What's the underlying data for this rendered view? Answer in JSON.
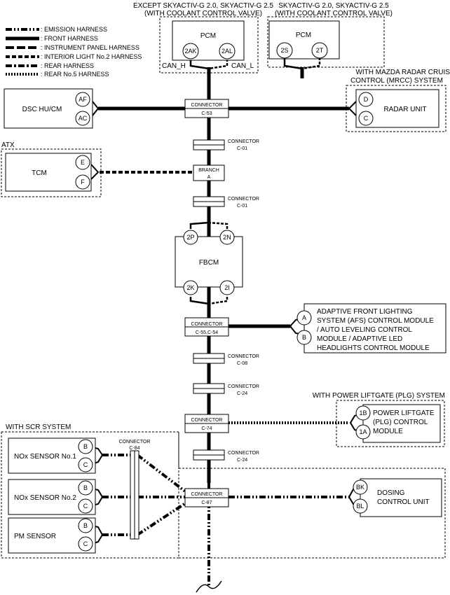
{
  "legend": [
    {
      "label": ": EMISSION HARNESS",
      "style": "w-emis"
    },
    {
      "label": ": FRONT HARNESS",
      "style": "w-front"
    },
    {
      "label": ": INSTRUMENT PANEL HARNESS",
      "style": "w-ip"
    },
    {
      "label": ": INTERIOR LIGHT No.2 HARNESS",
      "style": "w-int"
    },
    {
      "label": ": REAR HARNESS",
      "style": "w-rear"
    },
    {
      "label": ": REAR No.5 HARNESS",
      "style": "w-rear5"
    }
  ],
  "groups": {
    "pcm1_title": [
      "EXCEPT SKYACTIV-G 2.0, SKYACTIV-G 2.5",
      "(WITH COOLANT CONTROL VALVE)"
    ],
    "pcm2_title": [
      "SKYACTIV-G 2.0, SKYACTIV-G 2.5",
      "(WITH COOLANT CONTROL VALVE)"
    ],
    "mrcc_title": [
      "WITH MAZDA RADAR CRUISE",
      "CONTROL (MRCC) SYSTEM"
    ],
    "atx_title": "ATX",
    "plg_title": "WITH POWER LIFTGATE (PLG) SYSTEM",
    "scr_title": "WITH SCR SYSTEM"
  },
  "modules": {
    "pcm1": {
      "label": "PCM",
      "pins": [
        "2AK",
        "2AL"
      ],
      "can_h": "CAN_H",
      "can_l": "CAN_L"
    },
    "pcm2": {
      "label": "PCM",
      "pins": [
        "2S",
        "2T"
      ]
    },
    "dsc": {
      "label": "DSC HU/CM",
      "pins": [
        "AF",
        "AC"
      ]
    },
    "radar": {
      "label": "RADAR UNIT",
      "pins": [
        "D",
        "C"
      ]
    },
    "tcm": {
      "label": "TCM",
      "pins": [
        "E",
        "F"
      ]
    },
    "fbcm": {
      "label": "FBCM",
      "pins_top": [
        "2P",
        "2N"
      ],
      "pins_bottom": [
        "2K",
        "2I"
      ]
    },
    "afs": {
      "lines": [
        "ADAPTIVE FRONT LIGHTING",
        "SYSTEM (AFS) CONTROL MODULE",
        "/ AUTO LEVELING CONTROL",
        "MODULE / ADAPTIVE LED",
        "HEADLIGHTS CONTROL MODULE"
      ],
      "pins": [
        "A",
        "B"
      ]
    },
    "plg": {
      "lines": [
        "POWER LIFTGATE",
        "(PLG) CONTROL",
        "MODULE"
      ],
      "pins": [
        "1B",
        "1A"
      ]
    },
    "nox1": {
      "label": "NOx SENSOR No.1",
      "pins": [
        "B",
        "C"
      ]
    },
    "nox2": {
      "label": "NOx SENSOR No.2",
      "pins": [
        "B",
        "C"
      ]
    },
    "pm": {
      "label": "PM SENSOR",
      "pins": [
        "B",
        "C"
      ]
    },
    "dosing": {
      "lines": [
        "DOSING",
        "CONTROL UNIT"
      ],
      "pins": [
        "BK",
        "BL"
      ]
    }
  },
  "connectors": {
    "c53": {
      "title": "CONNECTOR",
      "code": "C-53"
    },
    "c01a": {
      "title": "CONNECTOR",
      "code": "C-01"
    },
    "branch": {
      "title": "BRANCH",
      "code": "A"
    },
    "c01b": {
      "title": "CONNECTOR",
      "code": "C-01"
    },
    "c55": {
      "title": "CONNECTOR",
      "code": "C-55,C-54"
    },
    "c08": {
      "title": "CONNECTOR",
      "code": "C-08"
    },
    "c24a": {
      "title": "CONNECTOR",
      "code": "C-24"
    },
    "c74": {
      "title": "CONNECTOR",
      "code": "C-74"
    },
    "c24b": {
      "title": "CONNECTOR",
      "code": "C-24"
    },
    "c84": {
      "title": "CONNECTOR",
      "code": "C-84"
    },
    "c87": {
      "title": "CONNECTOR",
      "code": "C-87"
    }
  }
}
